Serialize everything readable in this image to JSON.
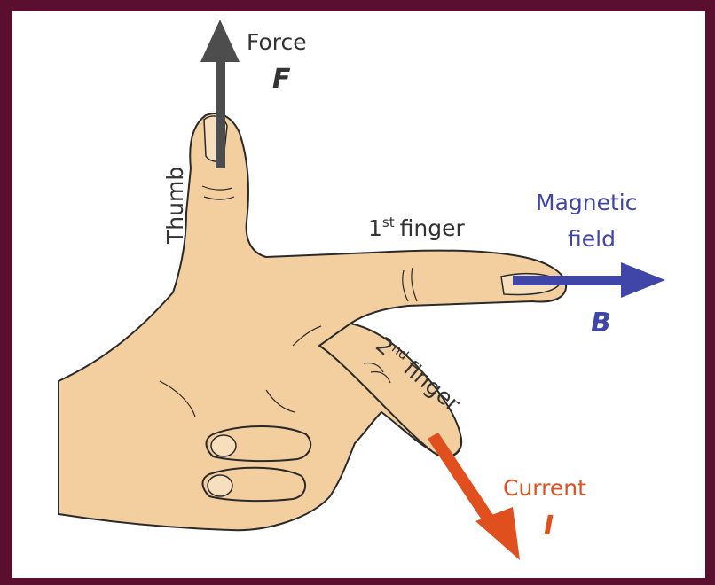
{
  "colors": {
    "frame": "#5a0f2e",
    "paper": "#ffffff",
    "skin": "#f3cf9f",
    "skin_shade": "#e3b07a",
    "outline": "#2a2a2a",
    "force_arrow": "#4d4d4d",
    "field_arrow": "#3f46a8",
    "current_arrow": "#e0501f",
    "label_dark": "#333333"
  },
  "labels": {
    "force_word": "Force",
    "force_symbol": "F",
    "field_word_1": "Magnetic",
    "field_word_2": "field",
    "field_symbol": "B",
    "current_word": "Current",
    "current_symbol": "I",
    "thumb": "Thumb",
    "first_finger_num": "1",
    "first_finger_sup": "st",
    "first_finger_word": "finger",
    "second_finger_num": "2",
    "second_finger_sup": "nd",
    "second_finger_word": "finger"
  }
}
